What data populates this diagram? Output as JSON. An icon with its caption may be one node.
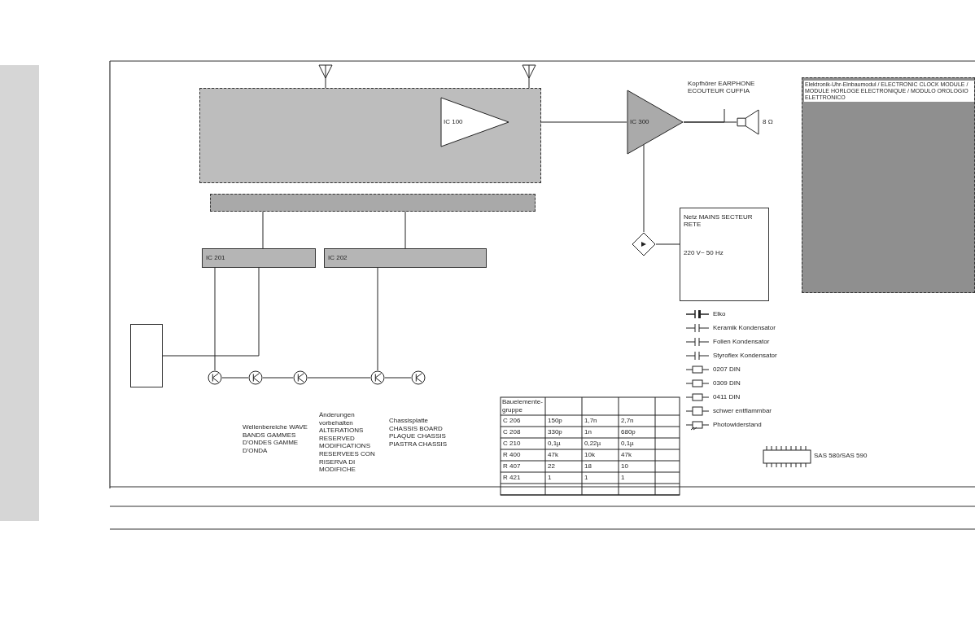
{
  "diagram": {
    "nodes": [
      {
        "text": [],
        "shape": "box"
      },
      {
        "text": [
          "IC 100"
        ],
        "in": 0
      },
      {
        "text": [],
        "shape": "bar"
      },
      {
        "text": [
          "IC 201"
        ]
      },
      {
        "text": [
          "IC 202"
        ]
      },
      {
        "text": [
          "IC 300"
        ]
      },
      {
        "text": [],
        "shape": "speaker",
        "beside": [
          "8 Ω"
        ]
      },
      {
        "text": [
          "Kopfhörer EARPHONE ECOUTEUR CUFFIA"
        ]
      },
      {
        "text": [
          "Netz MAINS SECTEUR RETE",
          "220 V~ 50 Hz"
        ]
      },
      {
        "text": [],
        "shape": "diamond"
      },
      {
        "text": [
          "Elektronik-Uhr-Einbaumodul / ELECTRONIC CLOCK MODULE / MODULE HORLOGE ELECTRONIQUE / MODULO OROLOGIO ELETTRONICO"
        ]
      },
      {
        "text": [],
        "shape": "box"
      },
      {
        "text": [],
        "shape": "circle"
      },
      {
        "text": [],
        "shape": "circle"
      },
      {
        "text": [],
        "shape": "circle"
      },
      {
        "text": [],
        "shape": "circle"
      },
      {
        "text": [],
        "shape": "circle"
      }
    ],
    "edges": [
      {
        "from": 0,
        "to": 5,
        "arrow": "none"
      },
      {
        "from": 2,
        "to": 3,
        "arrow": "none"
      },
      {
        "from": 2,
        "to": 4,
        "arrow": "none"
      },
      {
        "from": 3,
        "to": 12,
        "arrow": "none"
      },
      {
        "from": 4,
        "to": 15,
        "arrow": "none"
      },
      {
        "from": 5,
        "to": 6,
        "arrow": "none"
      },
      {
        "from": 5,
        "to": 7,
        "arrow": "none"
      },
      {
        "from": 8,
        "to": 9,
        "arrow": "none"
      },
      {
        "from": 9,
        "to": 5,
        "arrow": "none"
      },
      {
        "from": 11,
        "to": 3,
        "arrow": "none"
      },
      {
        "from": 12,
        "to": 13,
        "arrow": "none"
      },
      {
        "from": 13,
        "to": 14,
        "arrow": "none"
      },
      {
        "from": 14,
        "to": 15,
        "arrow": "none"
      },
      {
        "from": 15,
        "to": 16,
        "arrow": "none"
      }
    ],
    "labels": [
      "Wellenbereiche WAVE BANDS GAMMES D'ONDES GAMME D'ONDA",
      "Änderungen vorbehalten ALTERATIONS RESERVED MODIFICATIONS RESERVEES CON RISERVA DI MODIFICHE",
      "Chassisplatte CHASSIS BOARD PLAQUE CHASSIS PIASTRA CHASSIS",
      "Bauelemente- gruppe",
      "C 206",
      "150p",
      "1,7n",
      "2,7n",
      "C 208",
      "330p",
      "1n",
      "680p",
      "C 210",
      "0,1µ",
      "0,22µ",
      "0,1µ",
      "R 400",
      "47k",
      "10k",
      "47k",
      "R 407",
      "22",
      "18",
      "10",
      "R 421",
      "1",
      "1",
      "1",
      "SAS 580/SAS 590"
    ],
    "legend": [
      {
        "text": "Elko"
      },
      {
        "text": "Keramik Kondensator"
      },
      {
        "text": "Folien Kondensator"
      },
      {
        "text": "Styroflex Kondensator"
      },
      {
        "text": "0207 DIN"
      },
      {
        "text": "0309 DIN"
      },
      {
        "text": "0411 DIN"
      },
      {
        "text": "schwer entflammbar"
      },
      {
        "text": "Photowiderstand"
      }
    ]
  }
}
